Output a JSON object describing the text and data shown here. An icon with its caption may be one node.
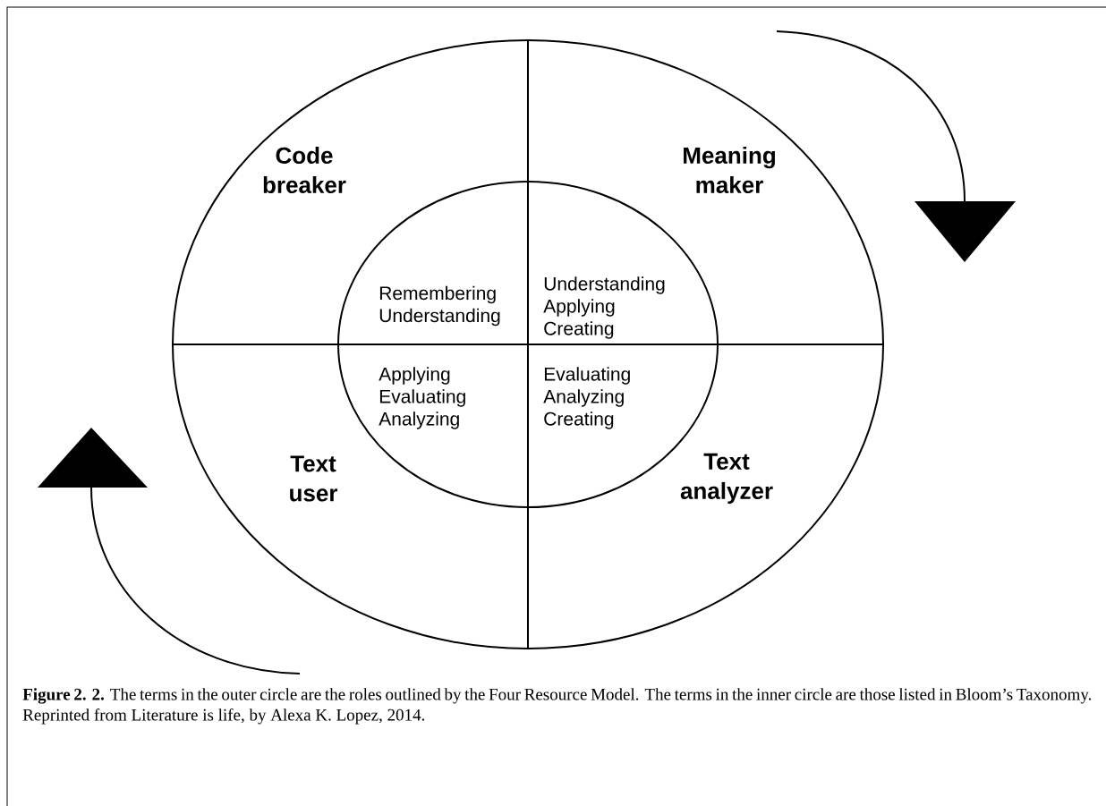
{
  "diagram": {
    "caption": "**Figure 2. 2.** The terms in the outer circle are the roles outlined by the Four Resource Model. The terms in the inner circle are those listed in Bloom’s Taxonomy. Reprinted from Literature is life, by Alexa K. Lopez, 2014.",
    "labels": [
      "Code breaker",
      "Meaning maker",
      "Remembering Understanding",
      "Understanding Applying Creating",
      "Applying Evaluating Analyzing",
      "Evaluating Analyzing Creating",
      "Text user",
      "Text analyzer"
    ]
  }
}
